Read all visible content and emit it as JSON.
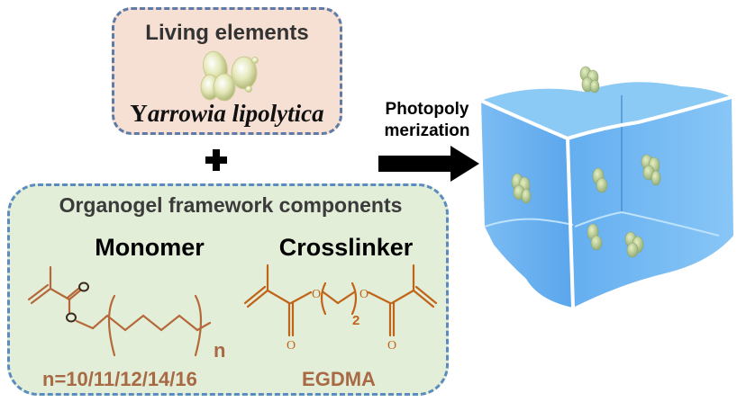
{
  "living_elements": {
    "title": "Living elements",
    "species_initial": "Y",
    "species_rest": "arrowia lipolytica"
  },
  "operator": "+",
  "organogel": {
    "title": "Organogel framework components",
    "monomer": {
      "label": "Monomer",
      "repeat_label": "n",
      "n_values": "n=10/11/12/14/16",
      "atoms": [
        "O",
        "O"
      ]
    },
    "crosslinker": {
      "label": "Crosslinker",
      "name": "EGDMA",
      "subscript": "2",
      "atoms": [
        "O",
        "O",
        "O",
        "O"
      ]
    }
  },
  "process": {
    "line1": "Photopoly",
    "line2": "merization"
  },
  "colors": {
    "living_bg": "#f6e0d4",
    "organogel_bg": "#e3eed8",
    "border_blue": "#5a8cbf",
    "structure_brown": "#b5693a",
    "label_brown": "#a86a44",
    "gel_blue": "#6eb2ee"
  }
}
